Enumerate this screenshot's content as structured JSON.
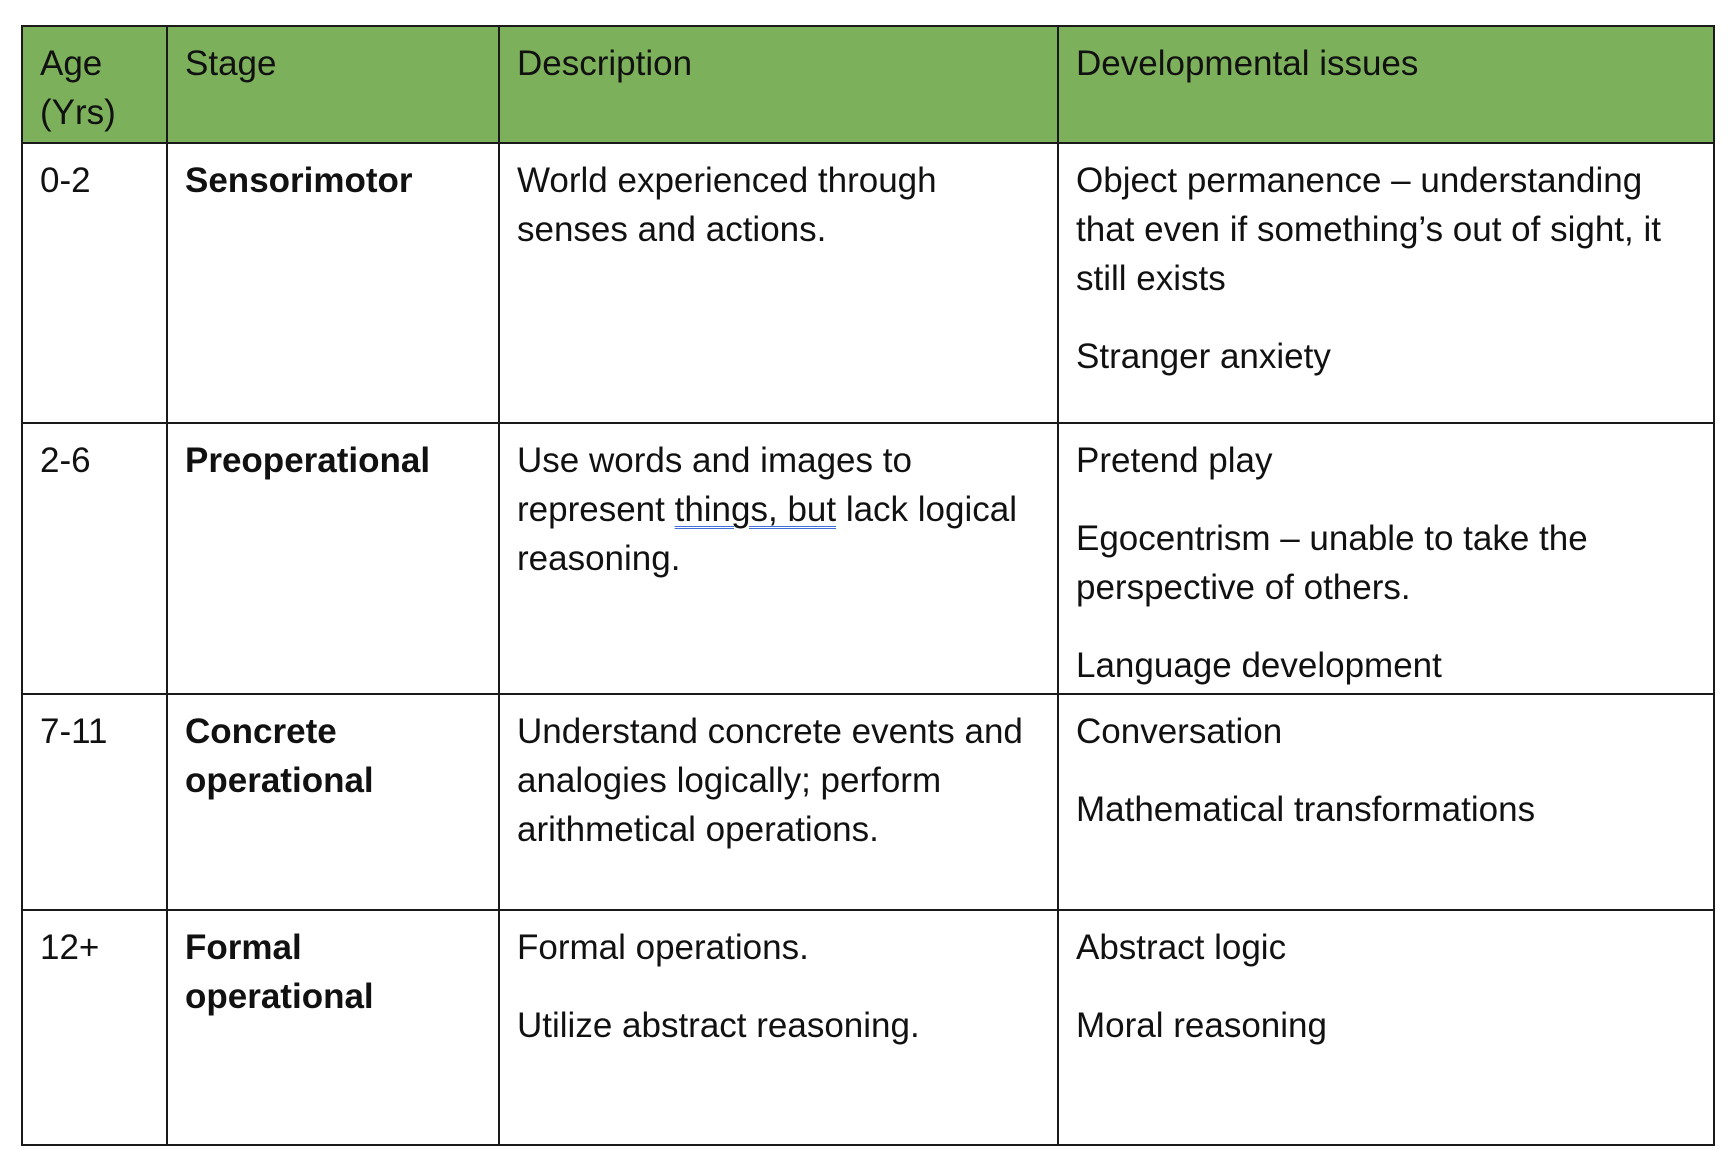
{
  "table": {
    "headers": {
      "age": "Age (Yrs)",
      "stage": "Stage",
      "description": "Description",
      "issues": "Developmental issues"
    },
    "header_color": "#7cb05b",
    "rows": [
      {
        "age": "0-2",
        "stage": "Sensorimotor",
        "description": [
          "World experienced through senses and actions."
        ],
        "issues": [
          "Object permanence – understanding that even if something’s out of sight, it still exists",
          "Stranger anxiety"
        ]
      },
      {
        "age": "2-6",
        "stage": "Preoperational",
        "description_parts": {
          "before": "Use words and images to represent ",
          "underlined": "things, but",
          "after": " lack logical reasoning."
        },
        "issues": [
          "Pretend play",
          "Egocentrism – unable to take the perspective of others.",
          "Language development"
        ]
      },
      {
        "age": "7-11",
        "stage": "Concrete operational",
        "description": [
          "Understand concrete events and analogies logically; perform arithmetical operations."
        ],
        "issues": [
          "Conversation",
          "Mathematical transformations"
        ]
      },
      {
        "age": "12+",
        "stage": "Formal operational",
        "description": [
          "Formal operations.",
          "Utilize abstract reasoning."
        ],
        "issues": [
          "Abstract logic",
          "Moral reasoning"
        ]
      }
    ]
  }
}
